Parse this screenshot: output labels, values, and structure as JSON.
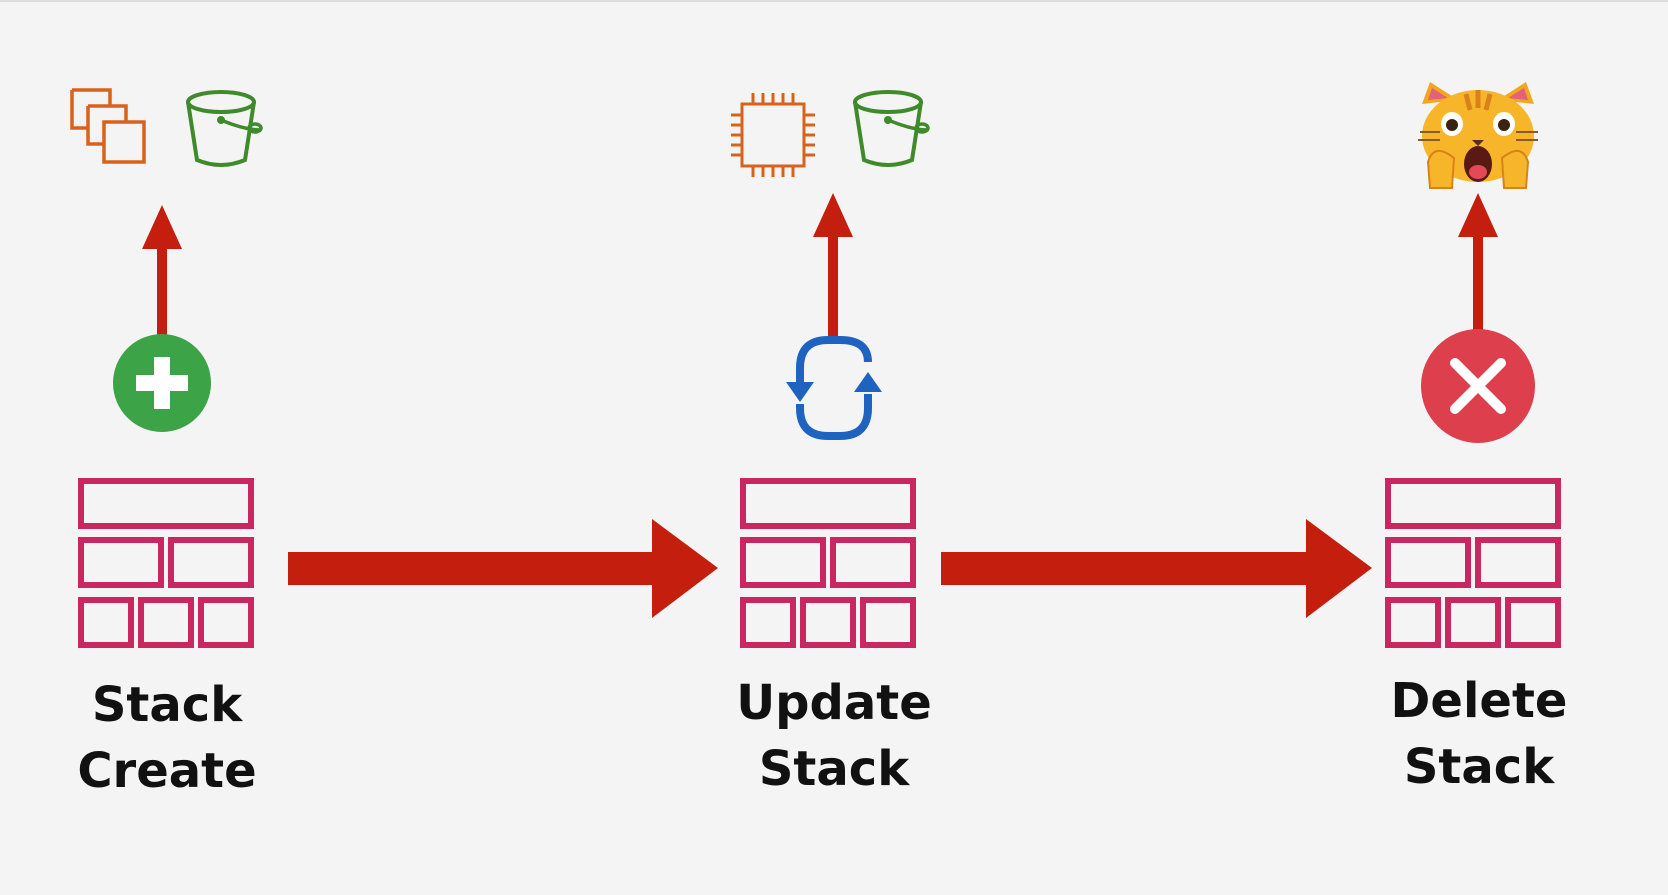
{
  "stages": [
    {
      "id": "create",
      "label_line1": "Stack",
      "label_line2": "Create",
      "action_icon": "plus-circle-icon",
      "action_color": "#3ca446",
      "resource_icons": [
        "ec2-instances-icon",
        "s3-bucket-icon"
      ]
    },
    {
      "id": "update",
      "label_line1": "Update",
      "label_line2": "Stack",
      "action_icon": "refresh-icon",
      "action_color": "#1f63c1",
      "resource_icons": [
        "ec2-chip-icon",
        "s3-bucket-icon"
      ]
    },
    {
      "id": "delete",
      "label_line1": "Delete",
      "label_line2": "Stack",
      "action_icon": "x-circle-icon",
      "action_color": "#dd3f4d",
      "resource_icons": [
        "scared-cat-emoji-icon"
      ]
    }
  ],
  "colors": {
    "stack_outline": "#c8285f",
    "arrow": "#c41f0e",
    "compute_orange": "#d9621a",
    "bucket_green": "#3f8a2b",
    "background": "#f4f4f4"
  }
}
